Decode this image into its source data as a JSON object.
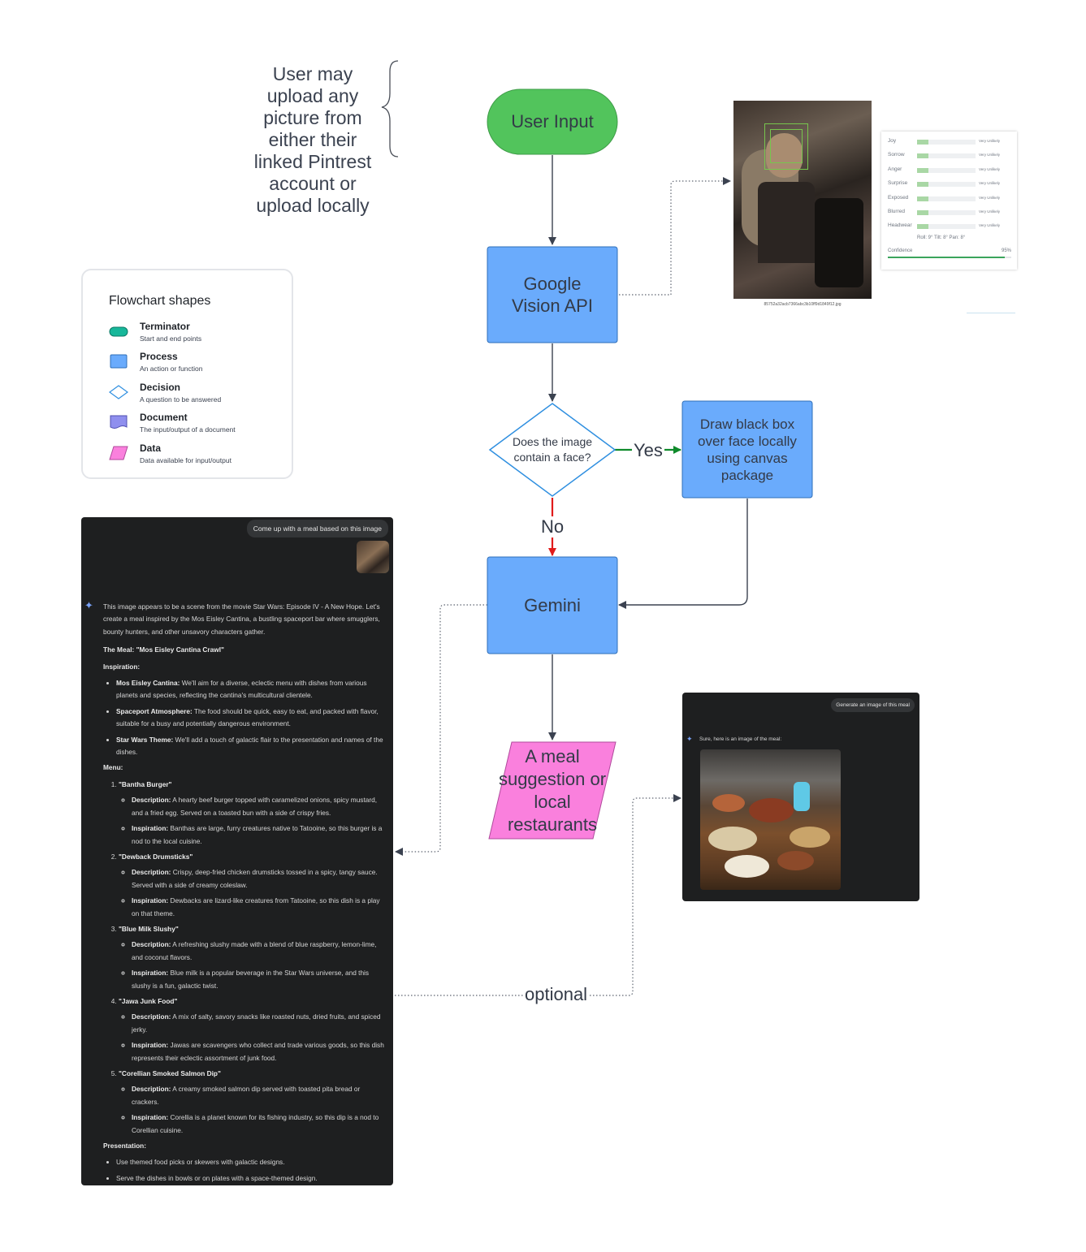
{
  "note": {
    "text": "User may upload any picture from either their linked Pintrest account or upload locally"
  },
  "nodes": {
    "user_input": "User Input",
    "vision_api": "Google Vision API",
    "decision": "Does the image contain a face?",
    "black_box": "Draw black box over face locally using canvas package",
    "gemini": "Gemini",
    "output": "A meal suggestion or local restaurants"
  },
  "edges": {
    "yes": "Yes",
    "no": "No",
    "optional": "optional"
  },
  "colors": {
    "terminator": "#52c45c",
    "process": "#6aabfc",
    "data": "#fa80dd",
    "yes_edge": "#0f8a2b",
    "no_edge": "#e01b1b",
    "edge": "#3b4250"
  },
  "legend": {
    "title": "Flowchart shapes",
    "items": [
      {
        "name": "Terminator",
        "desc": "Start and end points"
      },
      {
        "name": "Process",
        "desc": "An action or function"
      },
      {
        "name": "Decision",
        "desc": "A question to be answered"
      },
      {
        "name": "Document",
        "desc": "The input/output of a document"
      },
      {
        "name": "Data",
        "desc": "Data available for input/output"
      }
    ]
  },
  "vision": {
    "filename": "85752a32acb7366abc3b10ff9d1849f12.jpg",
    "rows": [
      {
        "label": "Joy",
        "value": "Very Unlikely",
        "fill": 0.2
      },
      {
        "label": "Sorrow",
        "value": "Very Unlikely",
        "fill": 0.2
      },
      {
        "label": "Anger",
        "value": "Very Unlikely",
        "fill": 0.2
      },
      {
        "label": "Surprise",
        "value": "Very Unlikely",
        "fill": 0.2
      },
      {
        "label": "Exposed",
        "value": "Very Unlikely",
        "fill": 0.2
      },
      {
        "label": "Blurred",
        "value": "Very Unlikely",
        "fill": 0.2
      },
      {
        "label": "Headwear",
        "value": "Very Unlikely",
        "fill": 0.2
      }
    ],
    "angles": "Roll: 9°   Tilt: 8°   Pan: 8°",
    "confidence_label": "Confidence",
    "confidence": "95%",
    "confidence_fill": 0.95
  },
  "chat": {
    "prompt": "Come up with a meal based on this image",
    "intro": "This image appears to be a scene from the movie Star Wars: Episode IV - A New Hope. Let's create a meal inspired by the Mos Eisley Cantina, a bustling spaceport bar where smugglers, bounty hunters, and other unsavory characters gather.",
    "meal_title": "The Meal: \"Mos Eisley Cantina Crawl\"",
    "inspiration_title": "Inspiration:",
    "inspiration": [
      {
        "label": "Mos Eisley Cantina:",
        "text": " We'll aim for a diverse, eclectic menu with dishes from various planets and species, reflecting the cantina's multicultural clientele."
      },
      {
        "label": "Spaceport Atmosphere:",
        "text": " The food should be quick, easy to eat, and packed with flavor, suitable for a busy and potentially dangerous environment."
      },
      {
        "label": "Star Wars Theme:",
        "text": " We'll add a touch of galactic flair to the presentation and names of the dishes."
      }
    ],
    "menu_title": "Menu:",
    "menu": [
      {
        "name": "\"Bantha Burger\"",
        "description": " A hearty beef burger topped with caramelized onions, spicy mustard, and a fried egg. Served on a toasted bun with a side of crispy fries.",
        "inspiration": " Banthas are large, furry creatures native to Tatooine, so this burger is a nod to the local cuisine."
      },
      {
        "name": "\"Dewback Drumsticks\"",
        "description": " Crispy, deep-fried chicken drumsticks tossed in a spicy, tangy sauce. Served with a side of creamy coleslaw.",
        "inspiration": " Dewbacks are lizard-like creatures from Tatooine, so this dish is a play on that theme."
      },
      {
        "name": "\"Blue Milk Slushy\"",
        "description": " A refreshing slushy made with a blend of blue raspberry, lemon-lime, and coconut flavors.",
        "inspiration": " Blue milk is a popular beverage in the Star Wars universe, and this slushy is a fun, galactic twist."
      },
      {
        "name": "\"Jawa Junk Food\"",
        "description": " A mix of salty, savory snacks like roasted nuts, dried fruits, and spiced jerky.",
        "inspiration": " Jawas are scavengers who collect and trade various goods, so this dish represents their eclectic assortment of junk food."
      },
      {
        "name": "\"Corellian Smoked Salmon Dip\"",
        "description": " A creamy smoked salmon dip served with toasted pita bread or crackers.",
        "inspiration": " Corellia is a planet known for its fishing industry, so this dip is a nod to Corellian cuisine."
      }
    ],
    "desc_label": "Description:",
    "insp_label": "Inspiration:",
    "presentation_title": "Presentation:",
    "presentation": [
      "Use themed food picks or skewers with galactic designs.",
      "Serve the dishes in bowls or on plates with a space-themed design."
    ]
  },
  "chat2": {
    "prompt": "Generate an image of this meal",
    "reply": "Sure, here is an image of the meal:"
  }
}
